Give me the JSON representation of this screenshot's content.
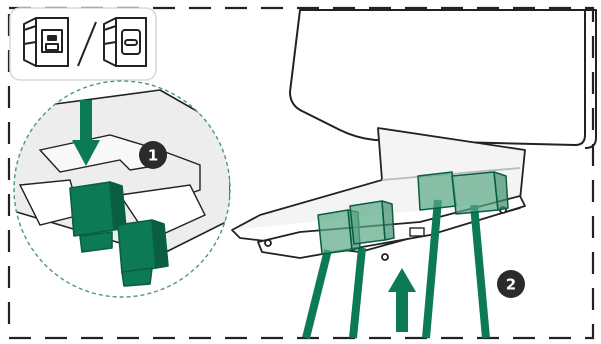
{
  "figure": {
    "kind": "installation-illustration",
    "steps": [
      {
        "label": "1"
      },
      {
        "label": "2"
      }
    ],
    "connector_legend": {
      "icons": [
        "rj45-port-cover-icon",
        "usb-c-port-cover-icon"
      ],
      "separator": "slash"
    },
    "colors": {
      "accent": "#0b7a55",
      "accent_dark": "#0a5e42",
      "accent_light": "#7fb9a0",
      "outline": "#2a2a2a",
      "badge": "#2b2b2b",
      "detail_circle": "#4a9a77"
    }
  }
}
